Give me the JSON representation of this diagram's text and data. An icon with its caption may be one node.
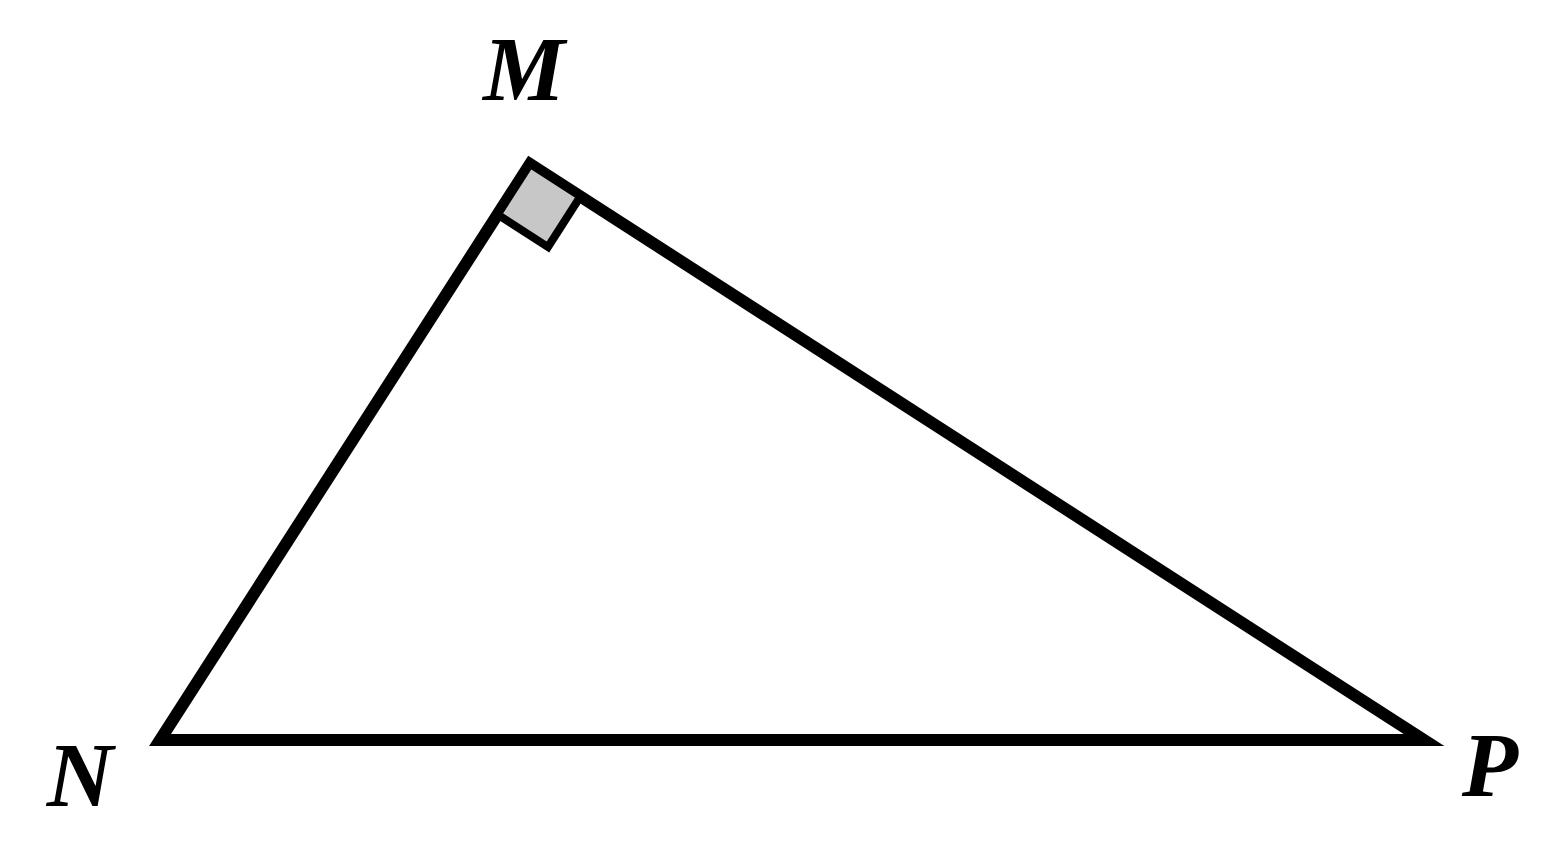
{
  "diagram": {
    "labels": [
      "M",
      "N",
      "P"
    ]
  }
}
